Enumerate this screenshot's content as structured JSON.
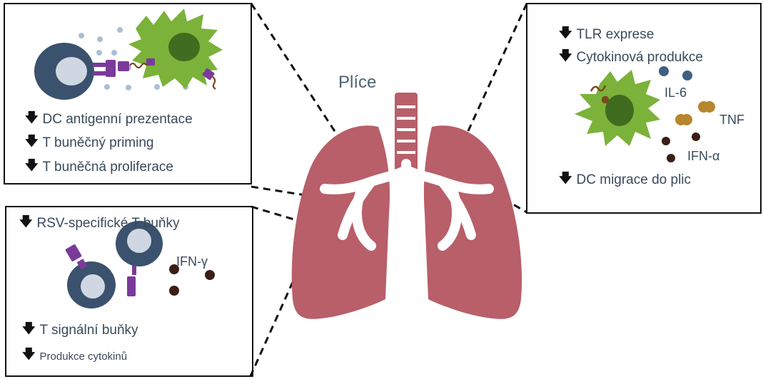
{
  "organ_label": "Plíce",
  "panel_top_left": {
    "lines": [
      "DC antigenní prezentace",
      "T buněčný priming",
      "T buněčná proliferace"
    ]
  },
  "panel_bottom_left": {
    "lines": [
      "RSV-specifické T buňky",
      "T signální buňky",
      "Produkce cytokinů"
    ],
    "cytokine_label": "IFN-γ"
  },
  "panel_right": {
    "lines": [
      "TLR exprese",
      "Cytokinová produkce",
      "DC migrace do plic"
    ],
    "cytokines": [
      "IL-6",
      "TNF",
      "IFN-α"
    ]
  },
  "arrow_symbol": "🡇",
  "colors": {
    "lung": "#b85f69",
    "airway": "#ffffff",
    "dendritic_cell": "#7bb23a",
    "dendritic_nucleus": "#3f6c1f",
    "t_cell": "#3a526e",
    "t_nucleus": "#cfd8e2",
    "receptor": "#7a3a9a",
    "il6": "#3f5f85",
    "tnf": "#b8862e",
    "ifn": "#3b1e16",
    "text": "#3a4a5a"
  }
}
